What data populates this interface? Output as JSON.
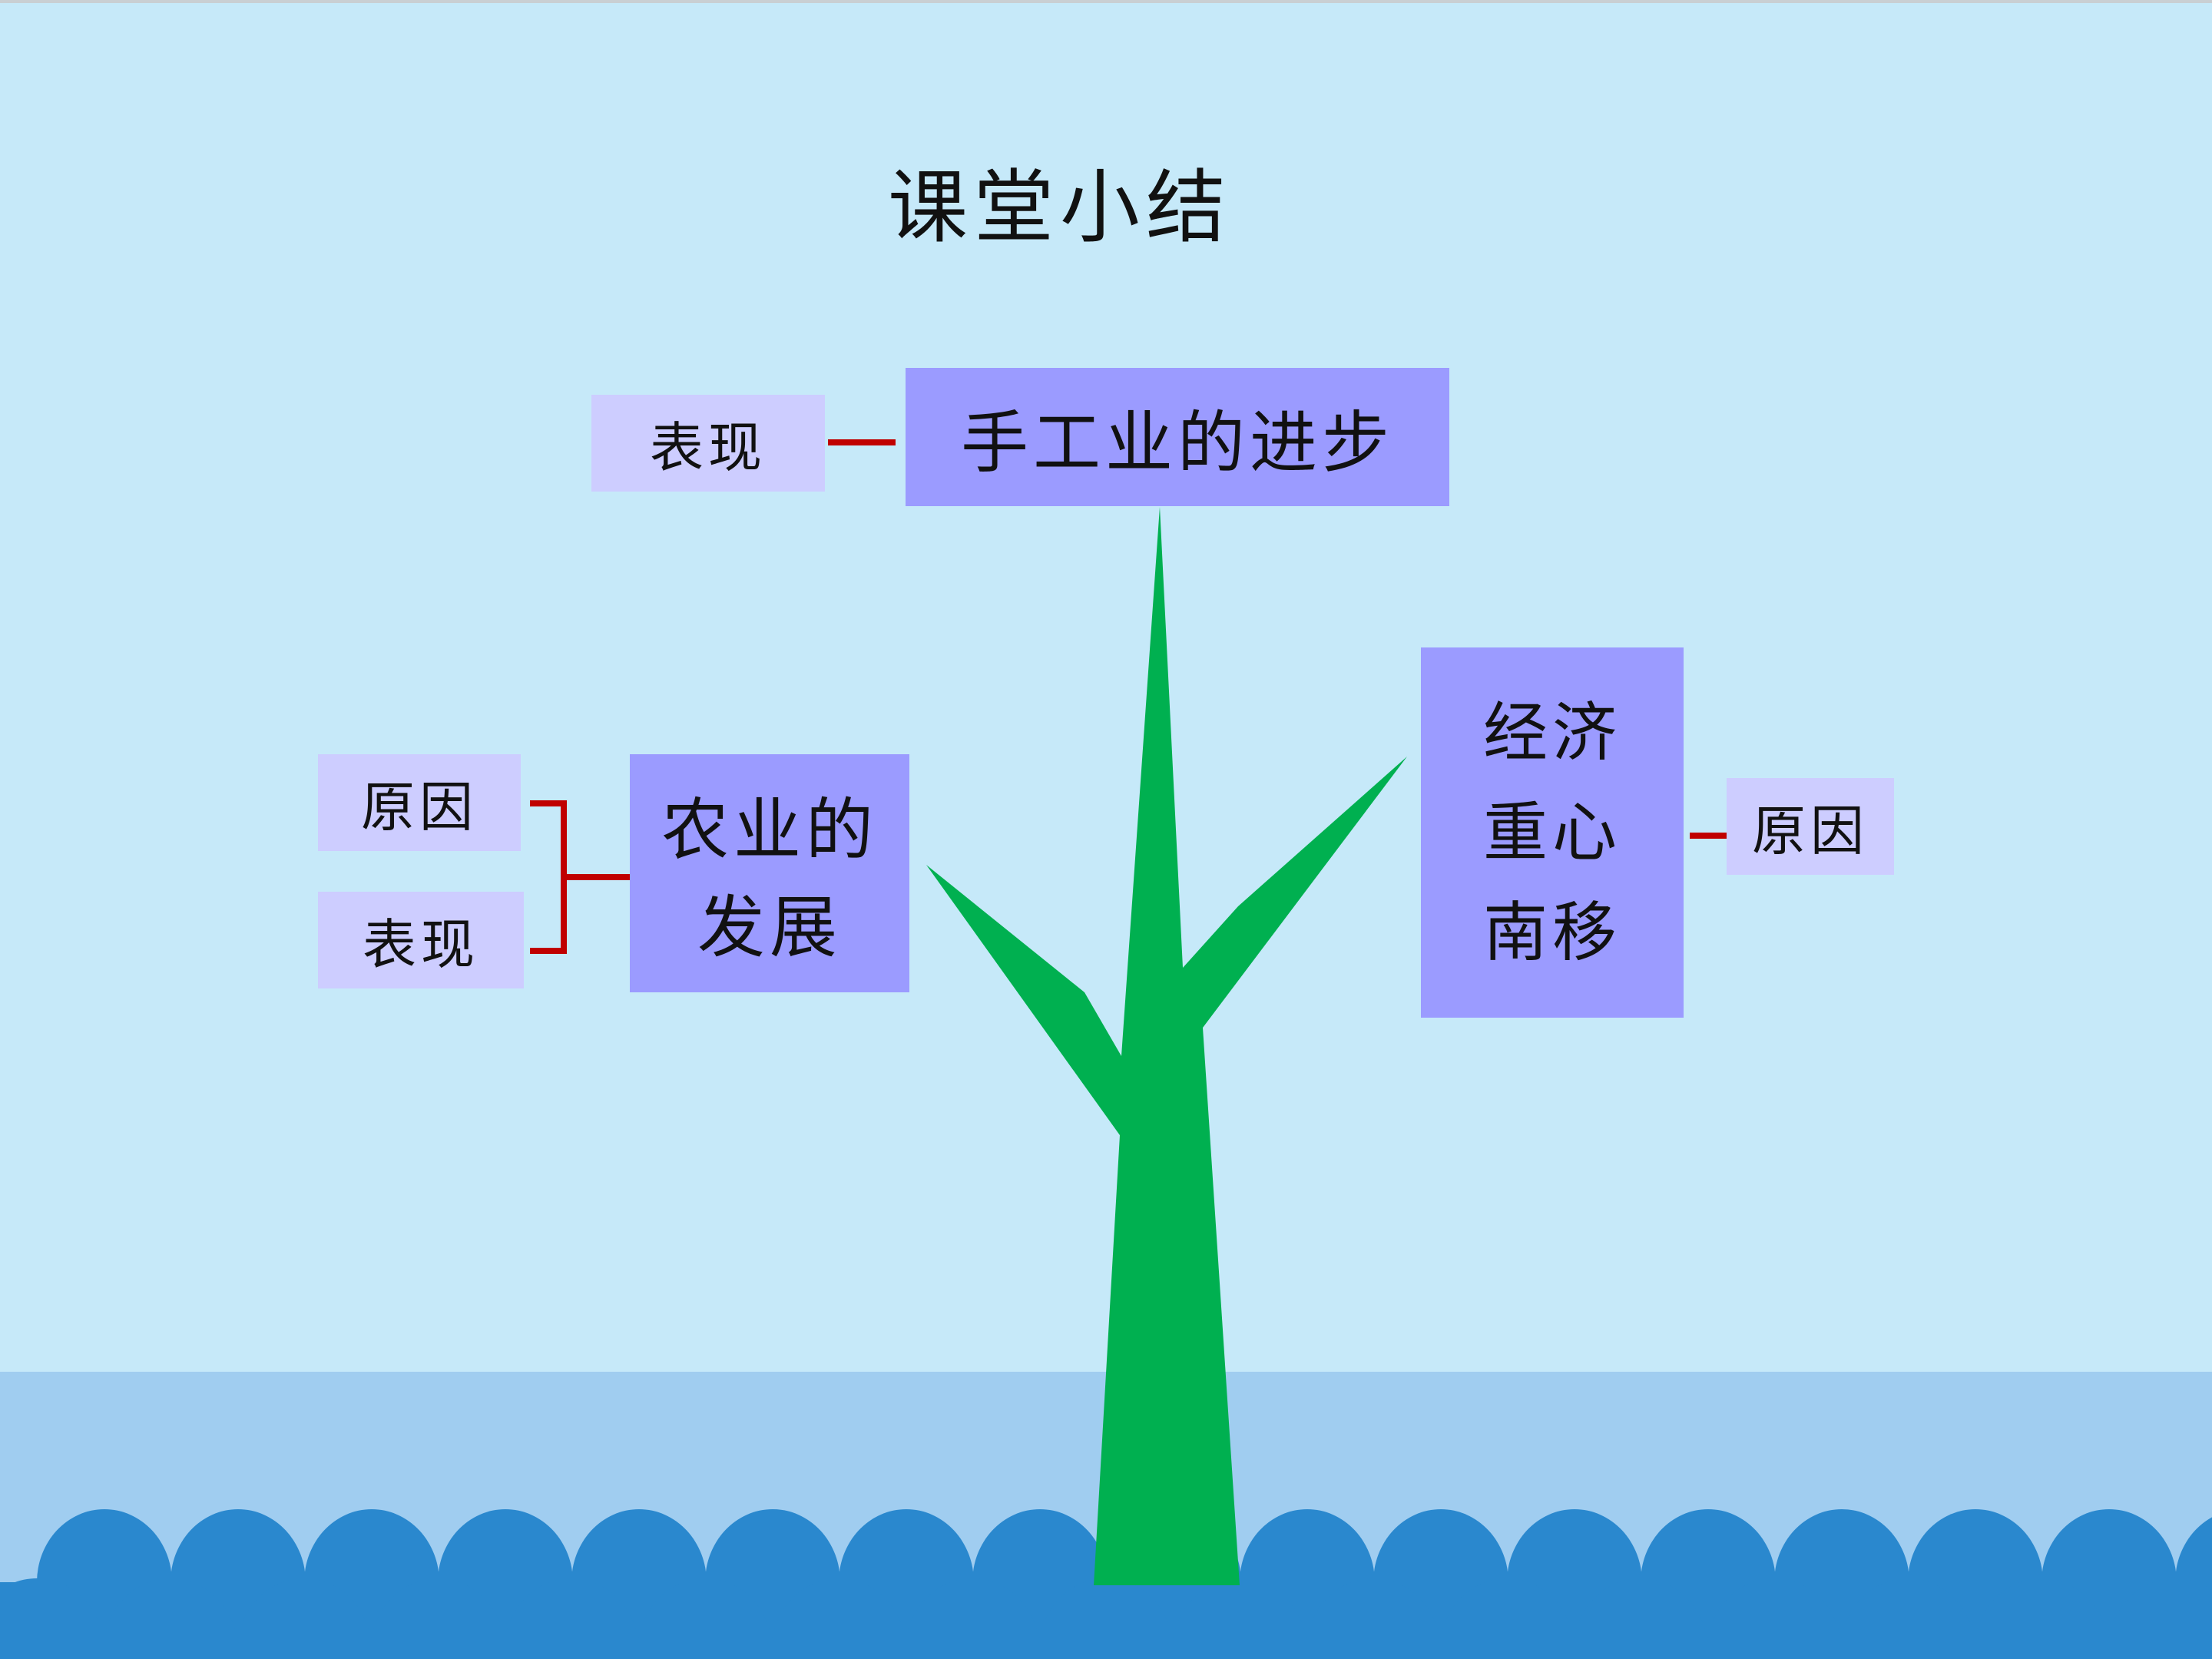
{
  "title": "课堂小结",
  "colors": {
    "sky": "#c6e9f9",
    "band": "#a0cdf0",
    "waves": "#2a88ce",
    "tree": "#00b050",
    "main_box": "#9b9bff",
    "sub_box": "#cdcdff",
    "connector": "#c00000"
  },
  "nodes": {
    "handicraft": {
      "label": "手工业的进步",
      "detail": "表现"
    },
    "agriculture": {
      "lines": [
        "农业的",
        "发展"
      ],
      "cause": "原因",
      "detail": "表现"
    },
    "economy": {
      "lines": [
        "经济",
        "重心",
        "南移"
      ],
      "cause": "原因"
    }
  }
}
